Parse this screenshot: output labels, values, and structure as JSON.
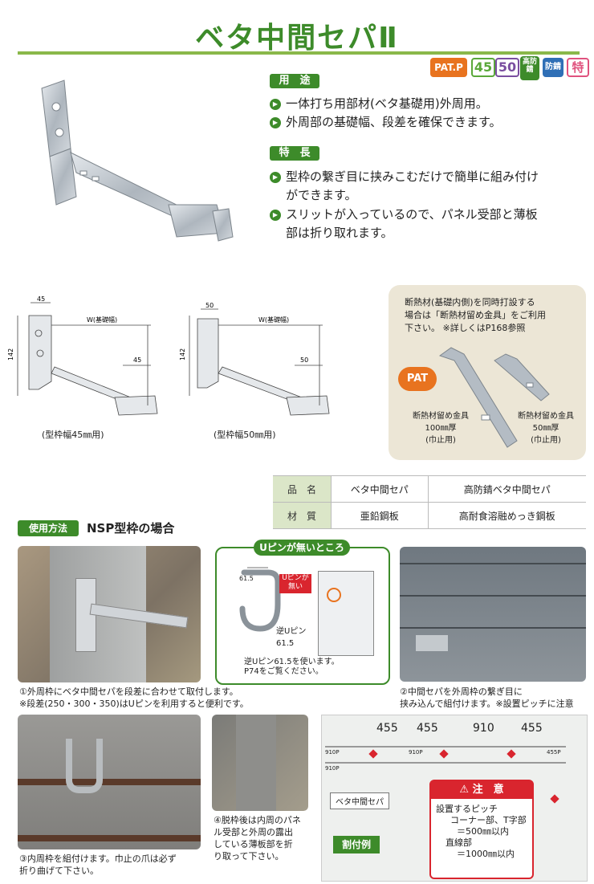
{
  "title": "ベタ中間セパⅡ",
  "badges": [
    {
      "label": "PAT.P",
      "color": "#e8731f"
    },
    {
      "label": "45",
      "color": "#5aa83a"
    },
    {
      "label": "50",
      "color": "#7a4ea0"
    },
    {
      "label": "高防錆",
      "color": "#3d8b2a"
    },
    {
      "label": "防錆",
      "color": "#2f6fb6"
    },
    {
      "label": "特",
      "color": "#e0527e"
    }
  ],
  "usage": {
    "heading": "用　途",
    "items": [
      "一体打ち用部材(ベタ基礎用)外周用。",
      "外周部の基礎幅、段差を確保できます。"
    ]
  },
  "features": {
    "heading": "特　長",
    "items": [
      "型枠の繋ぎ目に挟みこむだけで簡単に組み付け",
      "ができます。",
      "スリットが入っているので、パネル受部と薄板",
      "部は折り取れます。"
    ]
  },
  "diagrams": {
    "left": {
      "dim_top": "45",
      "dim_side": "142",
      "dim_w": "W(基礎幅)",
      "dim_right": "45",
      "caption": "(型枠幅45㎜用)"
    },
    "right": {
      "dim_top": "50",
      "dim_side": "142",
      "dim_w": "W(基礎幅)",
      "dim_right": "50",
      "caption": "(型枠幅50㎜用)"
    }
  },
  "insulation": {
    "note_lines": [
      "断熱材(基礎内側)を同時打設する",
      "場合は「断熱材留め金具」をご利用",
      "下さい。 ※詳しくはP168参照"
    ],
    "pat": "PAT",
    "left_caption": [
      "断熱材留め金具",
      "100㎜厚",
      "(巾止用)"
    ],
    "right_caption": [
      "断熱材留め金具",
      "50㎜厚",
      "(巾止用)"
    ]
  },
  "spec_table": {
    "rows": [
      {
        "label": "品　名",
        "v1": "ベタ中間セパ",
        "v2": "高防錆ベタ中間セパ"
      },
      {
        "label": "材　質",
        "v1": "亜鉛鋼板",
        "v2": "高耐食溶融めっき鋼板"
      }
    ]
  },
  "howto": {
    "tag": "使用方法",
    "title": "NSP型枠の場合"
  },
  "upin": {
    "header": "Uピンが無いところ",
    "callout": "Uピンが\n無い",
    "dim": "61.5",
    "reverse_label": [
      "逆Uピン",
      "61.5"
    ],
    "note": [
      "逆Uピン61.5を使います。",
      "P74をご覧ください。"
    ]
  },
  "captions": {
    "step1": [
      "①外周枠にベタ中間セパを段差に合わせて取付します。",
      "※段差(250・300・350)はUピンを利用すると便利です。"
    ],
    "step2": [
      "②中間セパを外周枠の繋ぎ目に",
      "挟み込んで組付けます。※設置ピッチに注意"
    ],
    "step3": [
      "③内周枠を組付けます。巾止の爪は必ず",
      "折り曲げて下さい。"
    ],
    "step4": [
      "④脱枠後は内周のパネ",
      "ル受部と外周の露出",
      "している薄板部を折",
      "り取って下さい。"
    ]
  },
  "layout_example": {
    "dims": [
      "455",
      "455",
      "910",
      "455"
    ],
    "grid_labels": [
      "910P",
      "910P",
      "910P",
      "455P"
    ],
    "callout": "ベタ中間セパ",
    "tag": "割付例",
    "warning": {
      "header": "注　意",
      "lines": [
        "設置するピッチ",
        "コーナー部、T字部",
        "＝500㎜以内",
        "直線部",
        "＝1000㎜以内"
      ]
    }
  }
}
